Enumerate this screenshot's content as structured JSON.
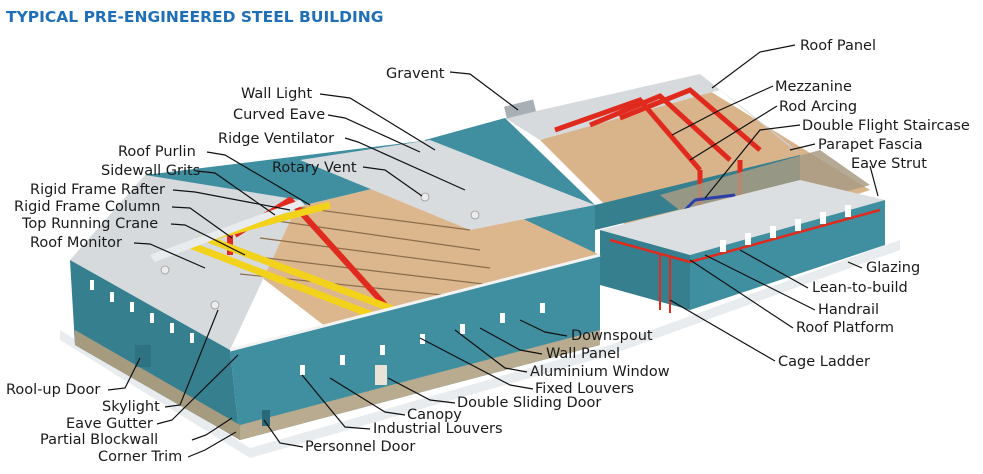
{
  "title": "TYPICAL PRE-ENGINEERED STEEL BUILDING",
  "colors": {
    "title": "#1f6fb8",
    "wall_panel": "#3f8fa0",
    "roof_panel": "#d6dadd",
    "frame_red": "#e02a1e",
    "crane_yellow": "#f2d21b",
    "blockwall": "#b8ab8f",
    "floor": "#d9b48a"
  },
  "labels": {
    "roof_panel": "Roof Panel",
    "gravent": "Gravent",
    "mezzanine": "Mezzanine",
    "rod_arcing": "Rod Arcing",
    "double_flight_staircase": "Double Flight Staircase",
    "parapet_fascia": "Parapet Fascia",
    "eave_strut": "Eave Strut",
    "wall_light": "Wall Light",
    "curved_eave": "Curved Eave",
    "ridge_ventilator": "Ridge Ventilator",
    "roof_purlin": "Roof Purlin",
    "rotary_vent": "Rotary Vent",
    "sidewall_grits": "Sidewall Grits",
    "rigid_frame_rafter": "Rigid Frame Rafter",
    "rigid_frame_column": "Rigid Frame Column",
    "top_running_crane": "Top Running Crane",
    "roof_monitor": "Roof Monitor",
    "glazing": "Glazing",
    "lean_to_build": "Lean-to-build",
    "handrail": "Handrail",
    "roof_platform": "Roof Platform",
    "downspout": "Downspout",
    "wall_panel": "Wall Panel",
    "aluminium_window": "Aluminium Window",
    "fixed_louvers": "Fixed Louvers",
    "cage_ladder": "Cage Ladder",
    "double_sliding_door": "Double Sliding Door",
    "canopy": "Canopy",
    "industrial_louvers": "Industrial Louvers",
    "personnel_door": "Personnel Door",
    "roll_up_door": "Rool-up Door",
    "skylight": "Skylight",
    "eave_gutter": "Eave Gutter",
    "partial_blockwall": "Partial Blockwall",
    "corner_trim": "Corner Trim"
  }
}
